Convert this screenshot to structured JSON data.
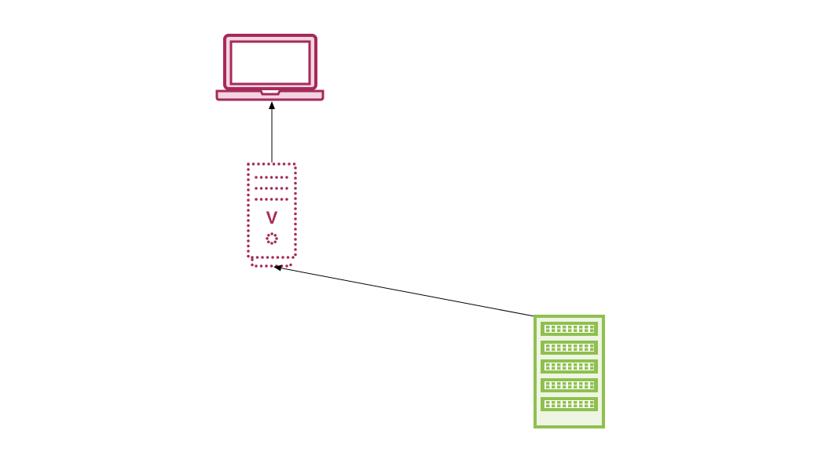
{
  "nodes": [
    {
      "id": "laptop",
      "icon": "laptop-icon",
      "color": "#a52a5a"
    },
    {
      "id": "virtual-server",
      "icon": "virtual-server-icon",
      "label_glyph": "V",
      "color": "#a52a5a"
    },
    {
      "id": "server-rack",
      "icon": "server-rack-icon",
      "color": "#8fc04f",
      "fill": "#eef5e2"
    }
  ],
  "edges": [
    {
      "from": "virtual-server",
      "to": "laptop"
    },
    {
      "from": "server-rack",
      "to": "virtual-server"
    }
  ]
}
